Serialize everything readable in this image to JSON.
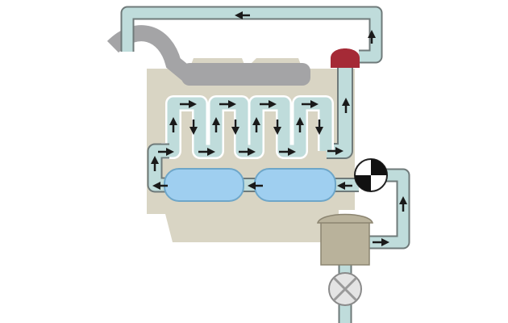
{
  "diagram": {
    "kind": "engine cooling circuit (unlabeled schematic)",
    "colors": {
      "background": "#ffffff",
      "engine_block": "#d9d5c4",
      "engine_block_dark": "#c9c4b1",
      "exhaust_pipe": "#a4a4a6",
      "coolant_pipe_fill": "#bfdcdb",
      "pipe_outline": "#6f7a7a",
      "tank_fill": "#9fcff0",
      "tank_outline": "#6ea6c8",
      "cap": "#a52a36",
      "filter_body": "#b9b29b",
      "filter_outline": "#8c8571",
      "arrow": "#1a1a1a",
      "valve_fill": "#e4e4e4"
    },
    "icons": {
      "flow_direction": "arrow",
      "thermostat": "black-white-quartered-circle",
      "valve": "x-in-circle",
      "cap": "red-dome"
    }
  }
}
